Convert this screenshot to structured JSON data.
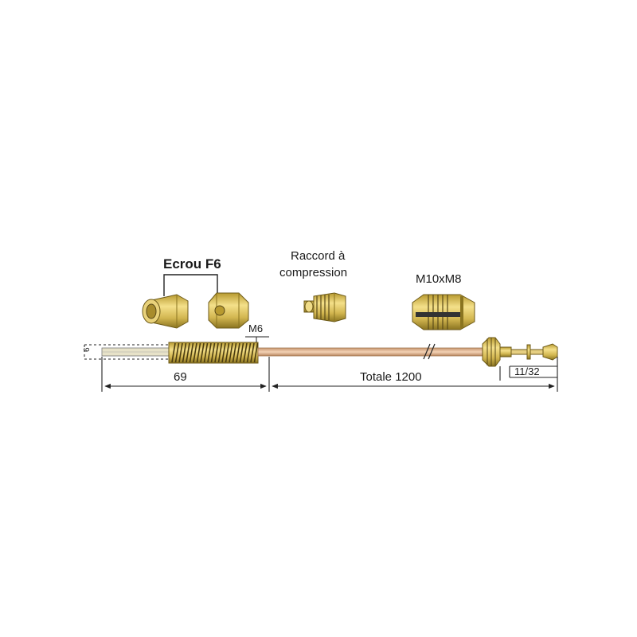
{
  "labels": {
    "ecrou": "Ecrou F6",
    "raccord_line1": "Raccord à",
    "raccord_line2": "compression",
    "adapter": "M10xM8",
    "thread": "M6",
    "length_tip": "69",
    "length_total": "Totale 1200",
    "fitting_size": "11/32",
    "diameter_mark": "6"
  },
  "colors": {
    "brass": "#d8c05a",
    "brass_dark": "#8a7420",
    "copper_tube": "#e2b892",
    "coil": "#5a4a18",
    "dimension_line": "#222222"
  }
}
